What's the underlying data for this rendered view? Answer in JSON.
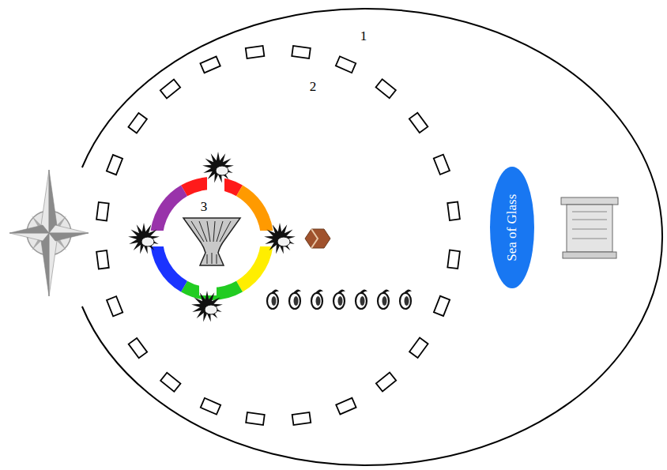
{
  "diagram": {
    "nodes": [
      {
        "text": [
          "Sea of Glass"
        ]
      }
    ],
    "labels": [
      "1",
      "2",
      "3"
    ]
  }
}
